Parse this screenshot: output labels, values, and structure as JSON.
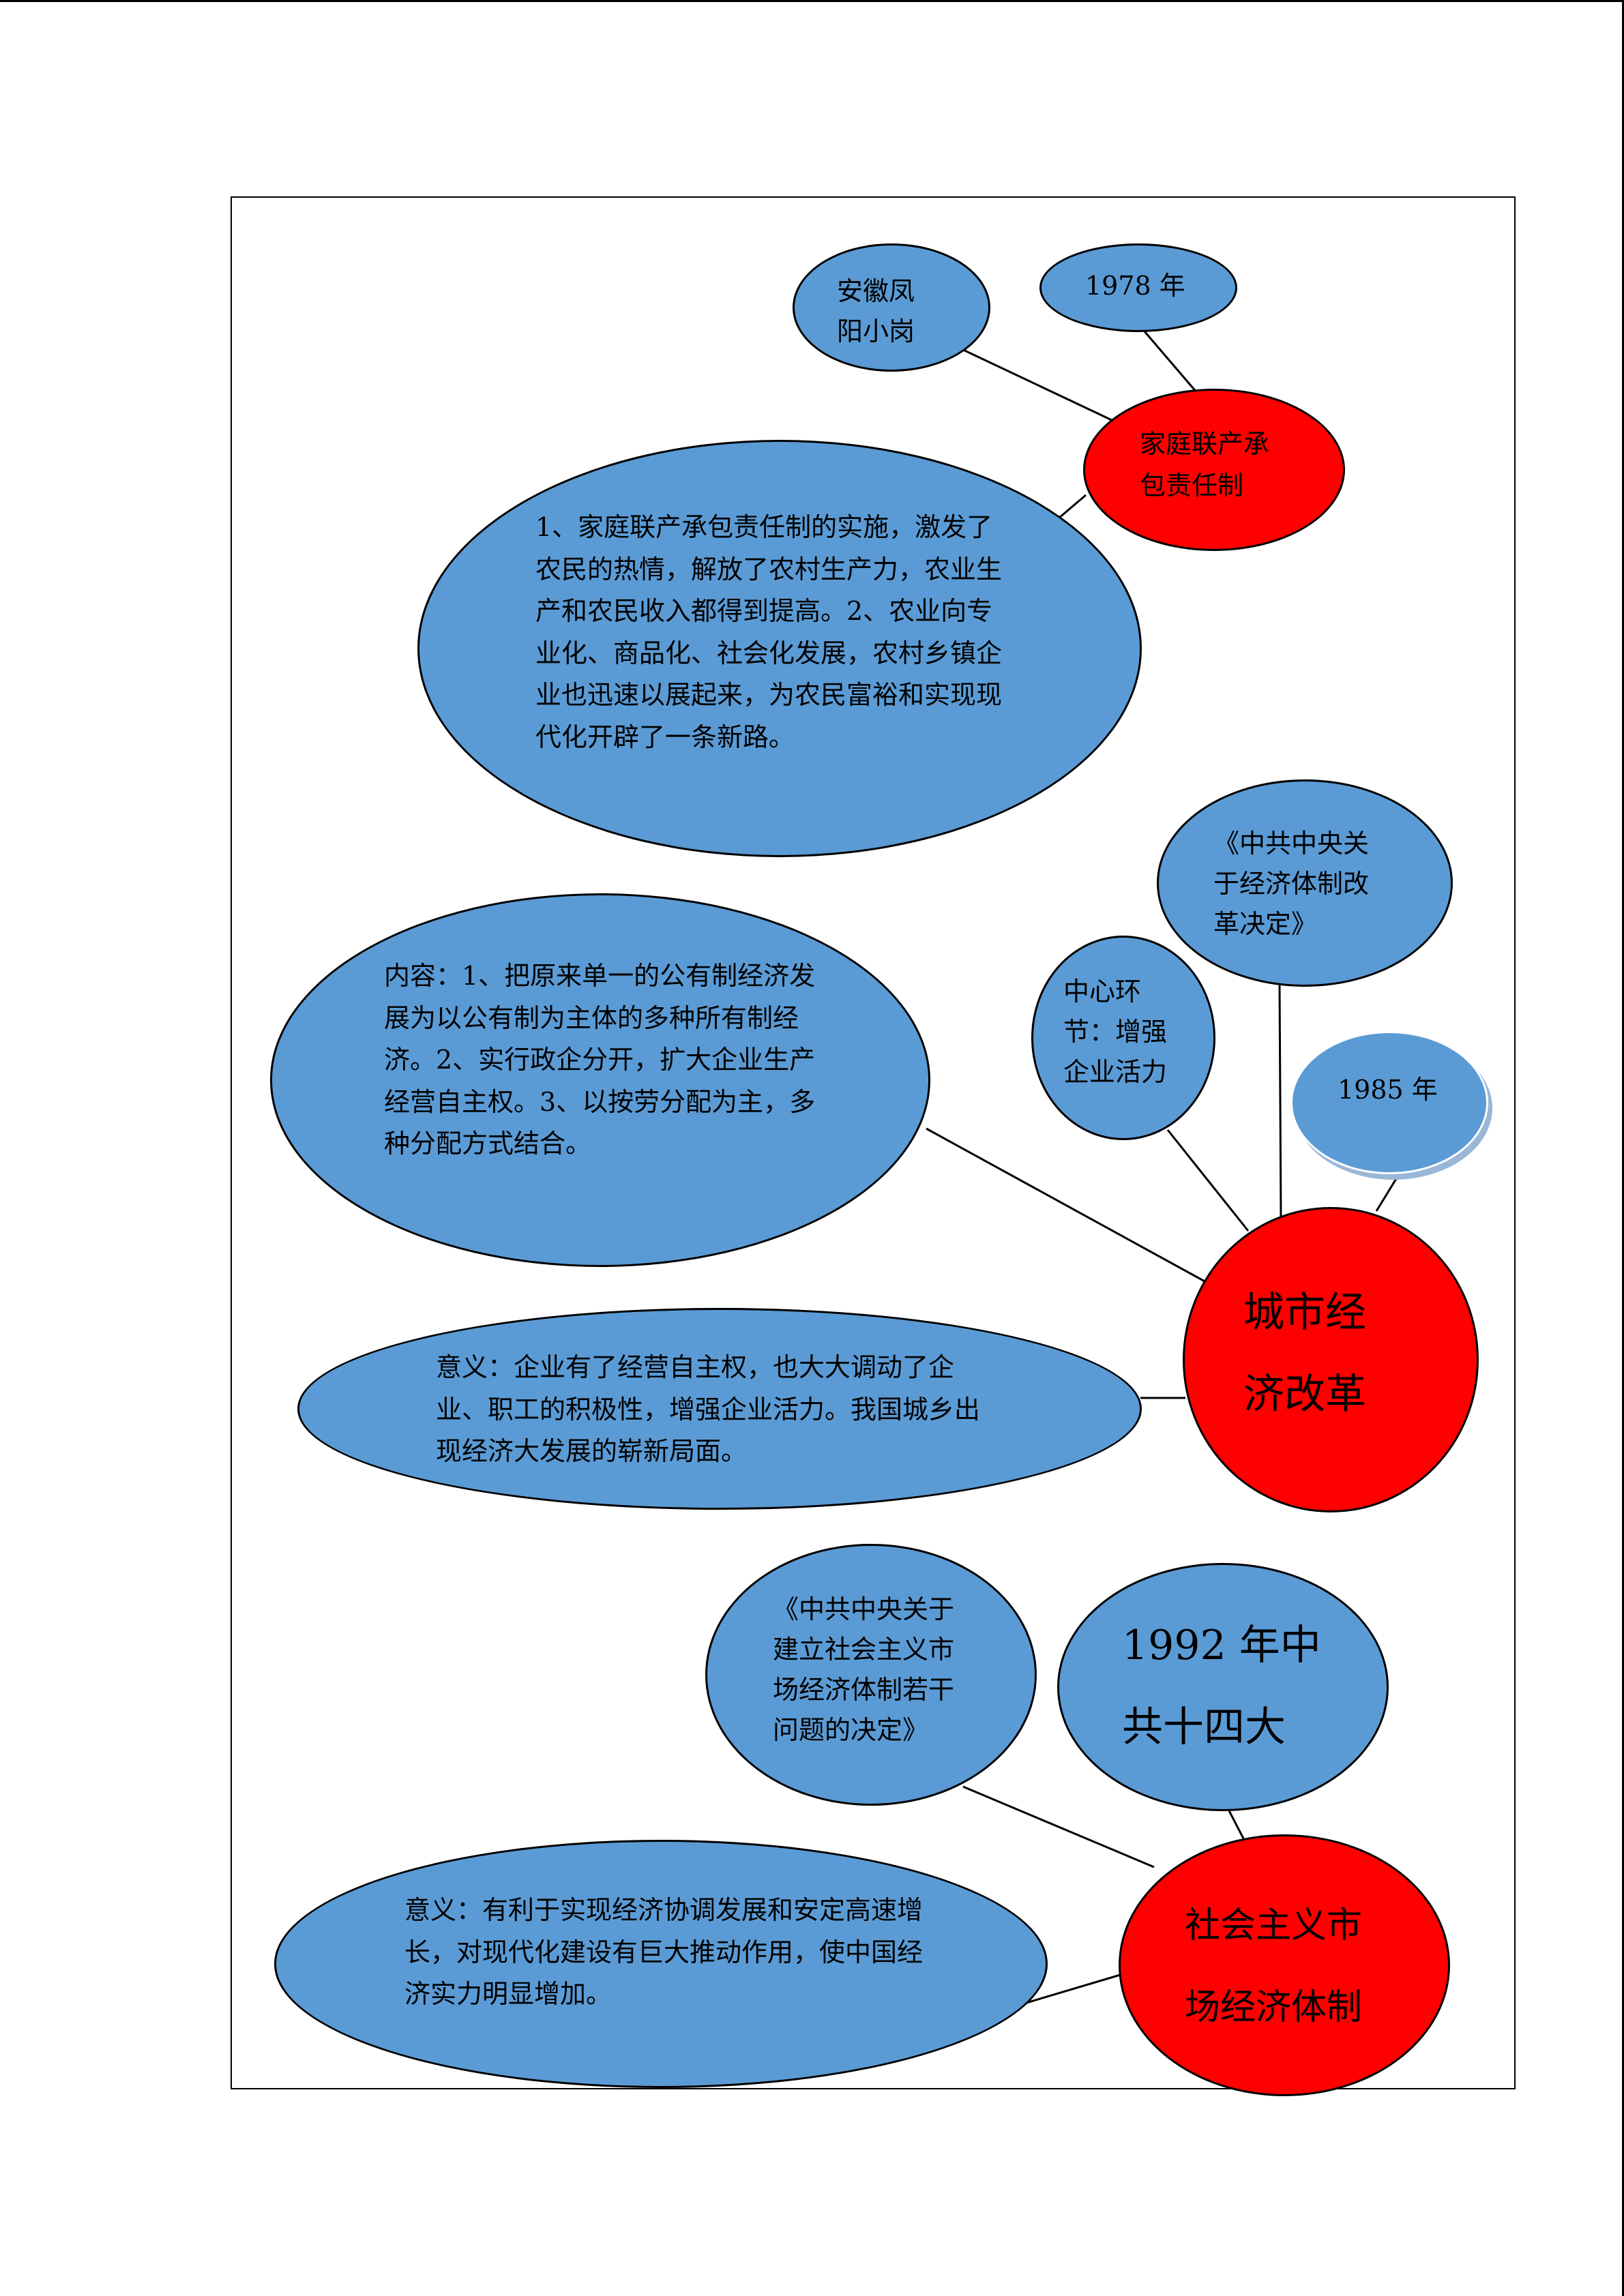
{
  "sections": {
    "rural": {
      "title": "家庭联产承\n包责任制",
      "place": "安徽凤\n阳小岗",
      "year": "1978 年",
      "significance": "1、家庭联产承包责任制的实施，激发了农民的热情，解放了农村生产力，农业生产和农民收入都得到提高。2、农业向专业化、商品化、社会化发展，农村乡镇企业也迅速以展起来，为农民富裕和实现现代化开辟了一条新路。"
    },
    "urban": {
      "title": "城市经\n济改革",
      "document": "《中共中央关\n于经济体制改\n革决定》",
      "center": "中心环\n节：增强\n企业活力",
      "year": "1985 年",
      "content": "内容：1、把原来单一的公有制经济发展为以公有制为主体的多种所有制经济。2、实行政企分开，扩大企业生产经营自主权。3、以按劳分配为主，多种分配方式结合。",
      "significance": "意义：企业有了经营自主权，也大大调动了企业、职工的积极性，增强企业活力。我国城乡出现经济大发展的崭新局面。"
    },
    "market": {
      "title": "社会主义市\n场经济体制",
      "document": "《中共中央关于\n建立社会主义市\n场经济体制若干\n问题的决定》",
      "congress": "1992 年中\n共十四大",
      "significance": "意义：有利于实现经济协调发展和安定高速增长，对现代化建设有巨大推动作用，使中国经济实力明显增加。"
    }
  },
  "colors": {
    "node_blue": "#5b9bd5",
    "node_red": "#ff0000",
    "line": "#000000"
  }
}
